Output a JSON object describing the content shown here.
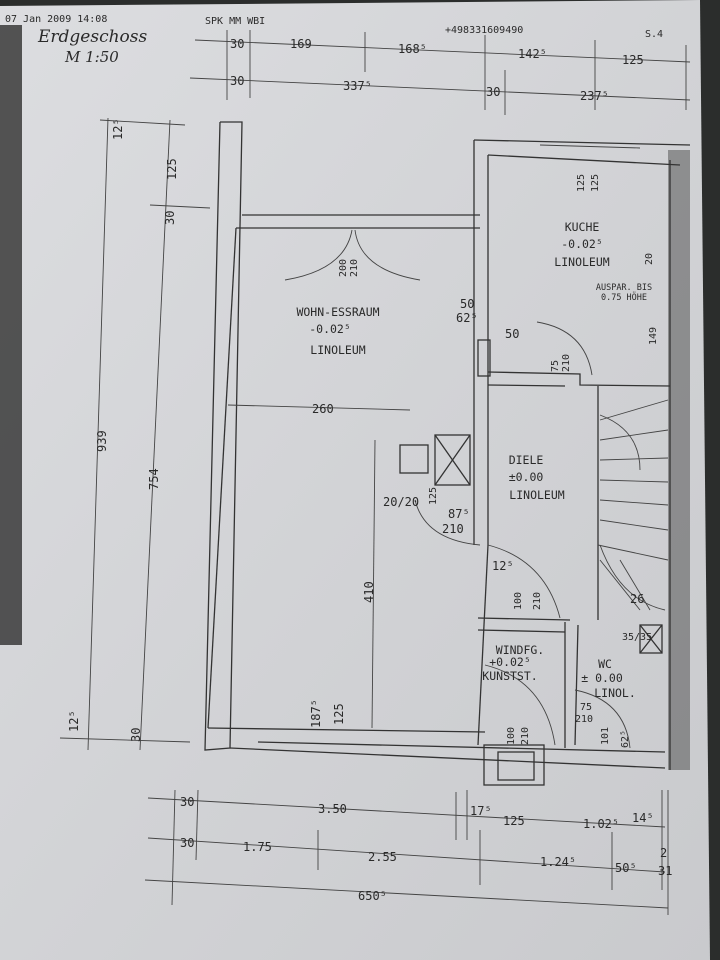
{
  "header": {
    "fax_datetime": "07 Jan 2009 14:08",
    "sender": "SPK MM WBI",
    "phone": "+498331609490",
    "page": "S.4"
  },
  "title": {
    "floor": "Erdgeschoss",
    "scale": "M 1:50"
  },
  "dimensions": {
    "top_row1": [
      "30",
      "169",
      "168⁵",
      "142⁵",
      "125"
    ],
    "top_row2": [
      "30",
      "337⁵",
      "30",
      "237⁵"
    ],
    "left": [
      "12⁵",
      "125",
      "30",
      "939",
      "754",
      "12⁵",
      "30"
    ],
    "bottom_row1": [
      "30",
      "3.50",
      "17⁵",
      "125",
      "1.02⁵",
      "14⁵"
    ],
    "bottom_row2": [
      "30",
      "1.75",
      "2.55",
      "1.24⁵",
      "50⁵",
      "2",
      "31"
    ],
    "total_width": "650⁵",
    "interior": {
      "wohn_width": "260",
      "wohn_height": "410",
      "window_bottom": [
        "187⁵",
        "125"
      ],
      "door_wohn": [
        "200",
        "210"
      ],
      "niche": [
        "50",
        "62⁵"
      ],
      "kueche_offset": "50",
      "door_kueche": [
        "75",
        "210"
      ],
      "kueche_window": [
        "125",
        "125"
      ],
      "kueche_right": [
        "20",
        "149"
      ],
      "chimney": [
        "20/20",
        "125"
      ],
      "door_diele": [
        "87⁵",
        "210"
      ],
      "door_windfang": [
        "12⁵",
        "100",
        "210"
      ],
      "stair": "26",
      "shaft": "35/35",
      "door_wc": [
        "75",
        "210"
      ],
      "wc_window": [
        "101",
        "62⁵"
      ],
      "entrance": [
        "100",
        "210"
      ]
    }
  },
  "rooms": {
    "wohn": {
      "name": "WOHN-ESSRAUM",
      "level": "-0.02⁵",
      "floor": "LINOLEUM"
    },
    "kueche": {
      "name": "KUCHE",
      "level": "-0.02⁵",
      "floor": "LINOLEUM",
      "note1": "AUSPAR. BIS",
      "note2": "0.75 HÖHE"
    },
    "diele": {
      "name": "DIELE",
      "level": "±0.00",
      "floor": "LINOLEUM"
    },
    "windfang": {
      "name": "WINDFG.",
      "level": "+0.02⁵",
      "floor": "KUNSTST."
    },
    "wc": {
      "name": "WC",
      "level": "± 0.00",
      "floor": "LINOL."
    }
  }
}
